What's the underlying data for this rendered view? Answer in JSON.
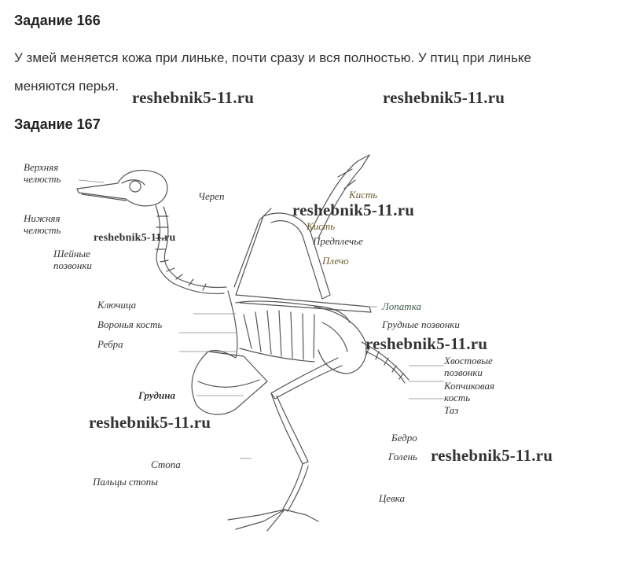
{
  "task166": {
    "title": "Задание 166",
    "text_line1": "У змей меняется кожа при линьке, почти сразу и вся полностью. У птиц при линьке",
    "text_line2": "меняются перья."
  },
  "task167": {
    "title": "Задание 167"
  },
  "watermark": "reshebnik5-11.ru",
  "labels": {
    "upper_jaw_1": "Верхняя",
    "upper_jaw_2": "челюсть",
    "lower_jaw_1": "Нижняя",
    "lower_jaw_2": "челюсть",
    "neck_1": "Шейные",
    "neck_2": "позвонки",
    "clavicle": "Ключица",
    "coracoid": "Воронья кость",
    "ribs": "Ребра",
    "sternum": "Грудина",
    "foot": "Стопа",
    "toes": "Пальцы стопы",
    "skull": "Череп",
    "hand1": "Кисть",
    "hand2": "Кисть",
    "forearm": "Предплечье",
    "shoulder": "Плечо",
    "scapula": "Лопатка",
    "thoracic_a": "Грудные",
    "thoracic_b": "позвонки",
    "tail_1": "Хвостовые",
    "tail_2": "позвонки",
    "pygostyle_1": "Копчиковая",
    "pygostyle_2": "кость",
    "pelvis": "Таз",
    "femur": "Бедро",
    "shin": "Голень",
    "tarsus": "Цевка"
  }
}
